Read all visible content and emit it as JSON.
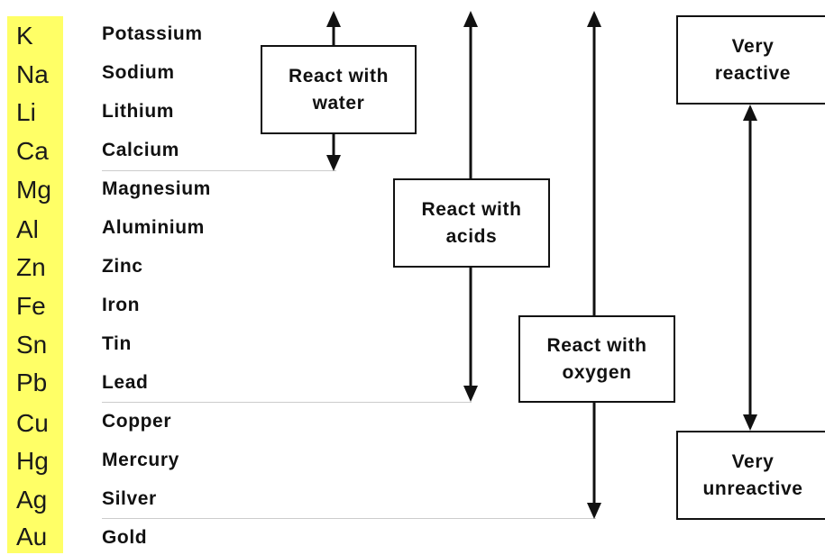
{
  "elements": [
    {
      "symbol": "K",
      "name": "Potassium"
    },
    {
      "symbol": "Na",
      "name": "Sodium"
    },
    {
      "symbol": "Li",
      "name": "Lithium"
    },
    {
      "symbol": "Ca",
      "name": "Calcium"
    },
    {
      "symbol": "Mg",
      "name": "Magnesium"
    },
    {
      "symbol": "Al",
      "name": "Aluminium"
    },
    {
      "symbol": "Zn",
      "name": "Zinc"
    },
    {
      "symbol": "Fe",
      "name": "Iron"
    },
    {
      "symbol": "Sn",
      "name": "Tin"
    },
    {
      "symbol": "Pb",
      "name": "Lead"
    },
    {
      "symbol": "Cu",
      "name": "Copper"
    },
    {
      "symbol": "Hg",
      "name": "Mercury"
    },
    {
      "symbol": "Ag",
      "name": "Silver"
    },
    {
      "symbol": "Au",
      "name": "Gold"
    }
  ],
  "labels": {
    "water": "React with water",
    "acids": "React with acids",
    "oxygen": "React with oxygen",
    "very_reactive": "Very reactive",
    "very_unreactive": "Very unreactive"
  },
  "colors": {
    "symbol_column": "#ffff66",
    "line": "#111111"
  }
}
